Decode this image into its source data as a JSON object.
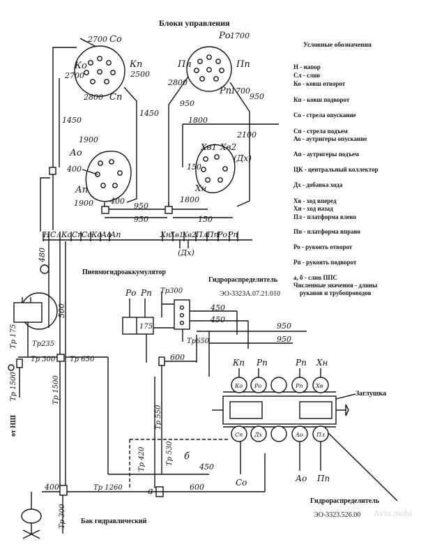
{
  "title": "Блоки управления",
  "legend": {
    "heading": "Условные обозначения",
    "items": [
      "Н - напор",
      "Сл - слив",
      "Ко - ковш отворот",
      "Кп - ковш подворот",
      "Со - стрела опускание",
      "Сп - стрела подъем",
      "Ао - аутригеры опускание",
      "Ап - аутригеры подъем",
      "ЦК - центральный коллектор",
      "Дх - добавка хода",
      "Хв - ход вперед",
      "Хн - ход назад",
      "Пл - платформа влево",
      "Пп - платформа вправо",
      "Ро - рукоять отворот",
      "Рп - рукоять подворот",
      "а, б - слив ППС",
      "Численные значения - длины",
      "рукавов и трубопроводов"
    ]
  },
  "block1": {
    "label_top": "Со",
    "label_bottom": "Сп",
    "label_left": "Ко",
    "label_right": "Кп",
    "n1": "2700",
    "n2": "2700",
    "n3": "2500",
    "n4": "2800"
  },
  "block2": {
    "label_top": "Ро",
    "label_bottom": "Рп",
    "label_left": "Пл",
    "label_right": "Пп",
    "n1": "1700",
    "n2": "2800",
    "n3": "1700"
  },
  "block3": {
    "label_top": "Ао",
    "label_bottom": "Ап",
    "n1": "1900",
    "n2": "400",
    "n3": "1900",
    "n4": "400"
  },
  "block4": {
    "label1": "Хв1",
    "label2": "Хв2",
    "label3": "(Дх)",
    "label4": "Хн",
    "n1": "2100",
    "n2": "150",
    "n3": "1800"
  },
  "hoses": {
    "h1450a": "1450",
    "h1450b": "1450",
    "h950a": "950",
    "h950b": "950",
    "h1800": "1800",
    "h950c": "950",
    "h950d": "950",
    "h150": "150",
    "h480": "480",
    "h500": "500",
    "h175": "175",
    "h1500": "1500",
    "h300": "300",
    "h400": "400",
    "h450a": "450",
    "h450b": "450",
    "h950e": "950",
    "h950f": "950",
    "h600a": "600",
    "h450c": "450",
    "h600b": "600",
    "h420": "420",
    "h530": "530",
    "h175b": "175"
  },
  "bus_labels": [
    "Н",
    "Сл",
    "Ко",
    "Сп",
    "Со",
    "Ко",
    "Ао",
    "Ап",
    "Хн",
    "Хв1",
    "Хв2",
    "Пл",
    "Пп",
    "Ро",
    "Рп"
  ],
  "bus_dx": "(Дх)",
  "pipes": {
    "tp235": "Тр235",
    "tp300": "Тр 300",
    "tp175": "Тр 175",
    "tp1500a": "Тр 1500",
    "tp650a": "Тр 650",
    "tp1500b": "Тр 1500",
    "tp550": "Тр 550",
    "tp1260": "Тр 1260",
    "tp300b": "Тр 300",
    "tp300c": "Тр300",
    "tp650b": "Тр650",
    "tp420": "Тр 420",
    "tp530": "Тр 530"
  },
  "pneumo": "Пневмогидроаккумулятор",
  "distributor1": {
    "title": "Гидрораспределитель",
    "code": "ЭО-3323А.07.21.010",
    "po": "Ро",
    "pn": "Рп"
  },
  "distributor2": {
    "title": "Гидрораспределитель",
    "code": "ЭО-3323.526.00"
  },
  "plug": "Заглушка",
  "valves_top": [
    "Ко",
    "Ро",
    "",
    "Рп",
    "Хв"
  ],
  "valves_bottom": [
    "Сп",
    "Дх",
    "",
    "Ао",
    "Пл"
  ],
  "valve_outlets_top": [
    "Кп",
    "Рп",
    "Рп",
    "Хн"
  ],
  "valve_outlets_bottom": [
    "Со",
    "Ао",
    "Пп"
  ],
  "from_ns": "от НШ",
  "tank": "Бак гидравлический",
  "point_a": "а",
  "point_b": "б",
  "watermark": "Avto.mobi"
}
